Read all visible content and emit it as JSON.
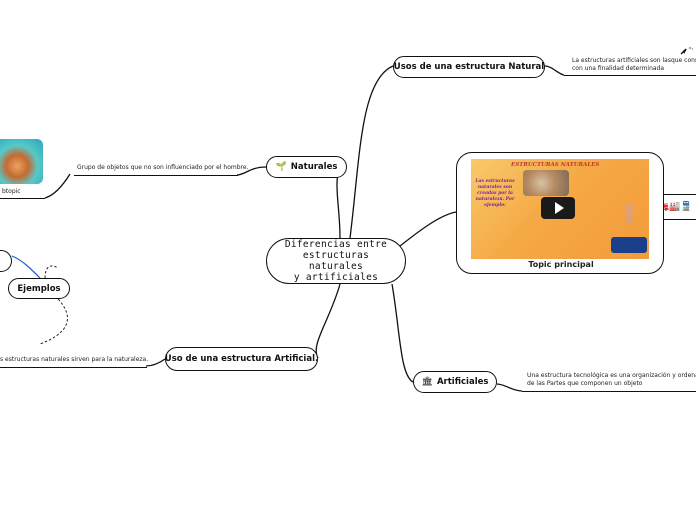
{
  "central": {
    "line1": "Diferencias entre",
    "line2": "estructuras naturales",
    "line3": "y artificiales"
  },
  "branches": {
    "usos_natural": {
      "label": "Usos de una estructura Natural",
      "note_line1": "La estructuras artificiales son lasque constru",
      "note_line2": "con una finalidad determinada"
    },
    "naturales": {
      "icon": "plant-icon",
      "label": "Naturales",
      "note": "Grupo de objetos que no son influenciado por el hombre.",
      "subtopic": "btopic"
    },
    "ejemplos": {
      "label": "Ejemplos"
    },
    "uso_artificial": {
      "label": "Uso de una estructura Artificial.",
      "note": "s estructuras naturales sirven para la naturaleza."
    },
    "artificiales": {
      "icon": "bank-icon",
      "label": "Artificiales",
      "note_line1": "Una estructura tecnológica es una organización y ordenació",
      "note_line2": "de las",
      "note_line3": "Partes que componen un objeto"
    },
    "vehicles": {
      "label": "🚗🚒🏭🚆"
    }
  },
  "video": {
    "thumbnail_title": "ESTRUCTURAS NATURALES",
    "thumbnail_text": "Las estructuras naturales son creadas por la naturaleza. Por ejemplo:",
    "caption_topic": "Topic",
    "caption_principal": "principal",
    "play_icon": "play-icon"
  }
}
